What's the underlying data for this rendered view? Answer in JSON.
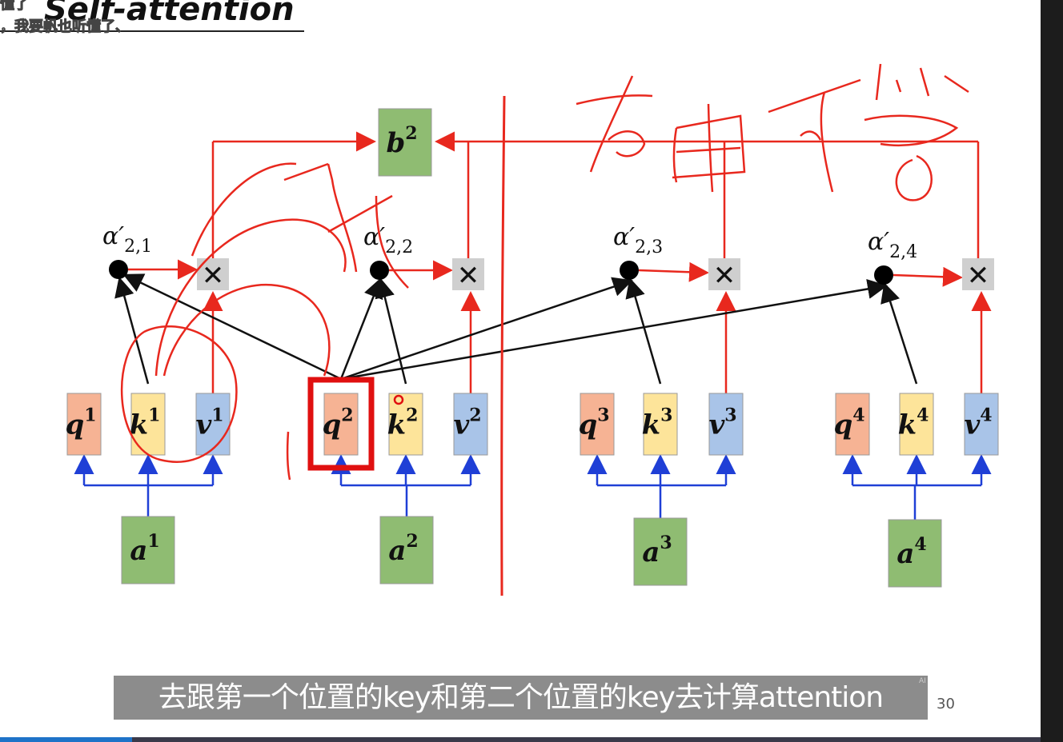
{
  "title": "Self-attention",
  "danmaku": [
    "懂了",
    "，我要帆也听懂了、"
  ],
  "subtitle": "去跟第一个位置的key和第二个位置的key去计算attention",
  "subtitle_tag": "AI",
  "page_number": "30",
  "output_label": "b",
  "output_sup": "2",
  "groups": [
    {
      "q": "q",
      "k": "k",
      "v": "v",
      "a": "a",
      "idx": "1",
      "alpha": "α′",
      "alpha_sub": "2,1"
    },
    {
      "q": "q",
      "k": "k",
      "v": "v",
      "a": "a",
      "idx": "2",
      "alpha": "α′",
      "alpha_sub": "2,2"
    },
    {
      "q": "q",
      "k": "k",
      "v": "v",
      "a": "a",
      "idx": "3",
      "alpha": "α′",
      "alpha_sub": "2,3"
    },
    {
      "q": "q",
      "k": "k",
      "v": "v",
      "a": "a",
      "idx": "4",
      "alpha": "α′",
      "alpha_sub": "2,4"
    }
  ],
  "multiply_symbol": "✕",
  "colors": {
    "q": "#f6b394",
    "k": "#fde49a",
    "v": "#a9c4e8",
    "a": "#8fbc72",
    "b": "#8fbc72",
    "red_line": "#e8281e",
    "blue_line": "#1f3fd6",
    "black_line": "#111111",
    "highlight": "#e01010"
  }
}
